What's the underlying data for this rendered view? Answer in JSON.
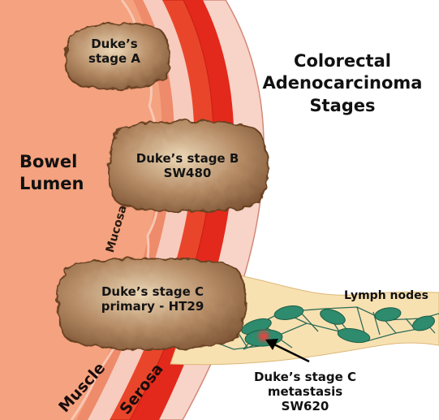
{
  "title": {
    "line1": "Colorectal",
    "line2": "Adenocarcinoma",
    "line3": "Stages"
  },
  "regions": {
    "lumen": {
      "line1": "Bowel",
      "line2": "Lumen"
    },
    "mucosa": "Mucosa",
    "muscle": "Muscle",
    "serosa": "Serosa",
    "lymph_nodes": "Lymph nodes"
  },
  "tumors": {
    "stage_a": {
      "line1": "Duke’s",
      "line2": "stage A"
    },
    "stage_b": {
      "line1": "Duke’s stage B",
      "line2": "SW480"
    },
    "stage_c": {
      "line1": "Duke’s stage C",
      "line2": "primary - HT29"
    }
  },
  "metastasis": {
    "line1": "Duke’s stage C",
    "line2": "metastasis",
    "line3": "SW620"
  },
  "colors": {
    "lumen": "#f3a07c",
    "mucosa_band": "#f6c9bb",
    "muscle": "#e1261b",
    "serosa": "#f7cfc4",
    "tumor": "#9a6b49",
    "lymph_vessel": "#f7dfae",
    "lymph_node": "#2f8a6e",
    "metastasis_spot": "#e8233a"
  }
}
